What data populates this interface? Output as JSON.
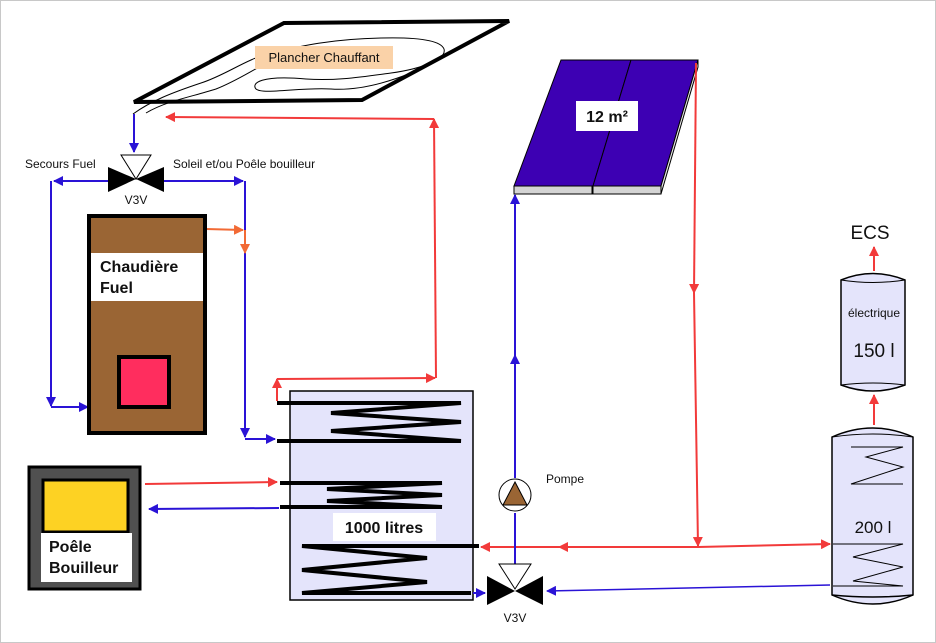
{
  "title": "Schéma hydraulique chauffage",
  "colors": {
    "hot": "#f23a3a",
    "cold": "#2a13d6",
    "boiler_out": "#f26a35",
    "panel": "#3d00b3",
    "tank_fill": "#e4e4fb",
    "boiler_fill": "#9a6534",
    "boiler_window": "#ff2d5e",
    "stove_frame": "#505050",
    "stove_window": "#fdd223",
    "floor_label_bg": "#fad2a8",
    "pump_fill": "#9a6534"
  },
  "labels": {
    "floor_heating": "Plancher Chauffant",
    "solar_panel": "12 m²",
    "valve_top": "V3V",
    "valve_bottom": "V3V",
    "backup_fuel": "Secours Fuel",
    "sun_stove": "Soleil et/ou Poêle bouilleur",
    "boiler_line1": "Chaudière",
    "boiler_line2": "Fuel",
    "stove_line1": "Poêle",
    "stove_line2": "Bouilleur",
    "buffer_tank": "1000 litres",
    "pump": "Pompe",
    "dhw_out": "ECS",
    "electric_tank_type": "électrique",
    "electric_tank_volume": "150 l",
    "solar_tank_volume": "200 l"
  }
}
